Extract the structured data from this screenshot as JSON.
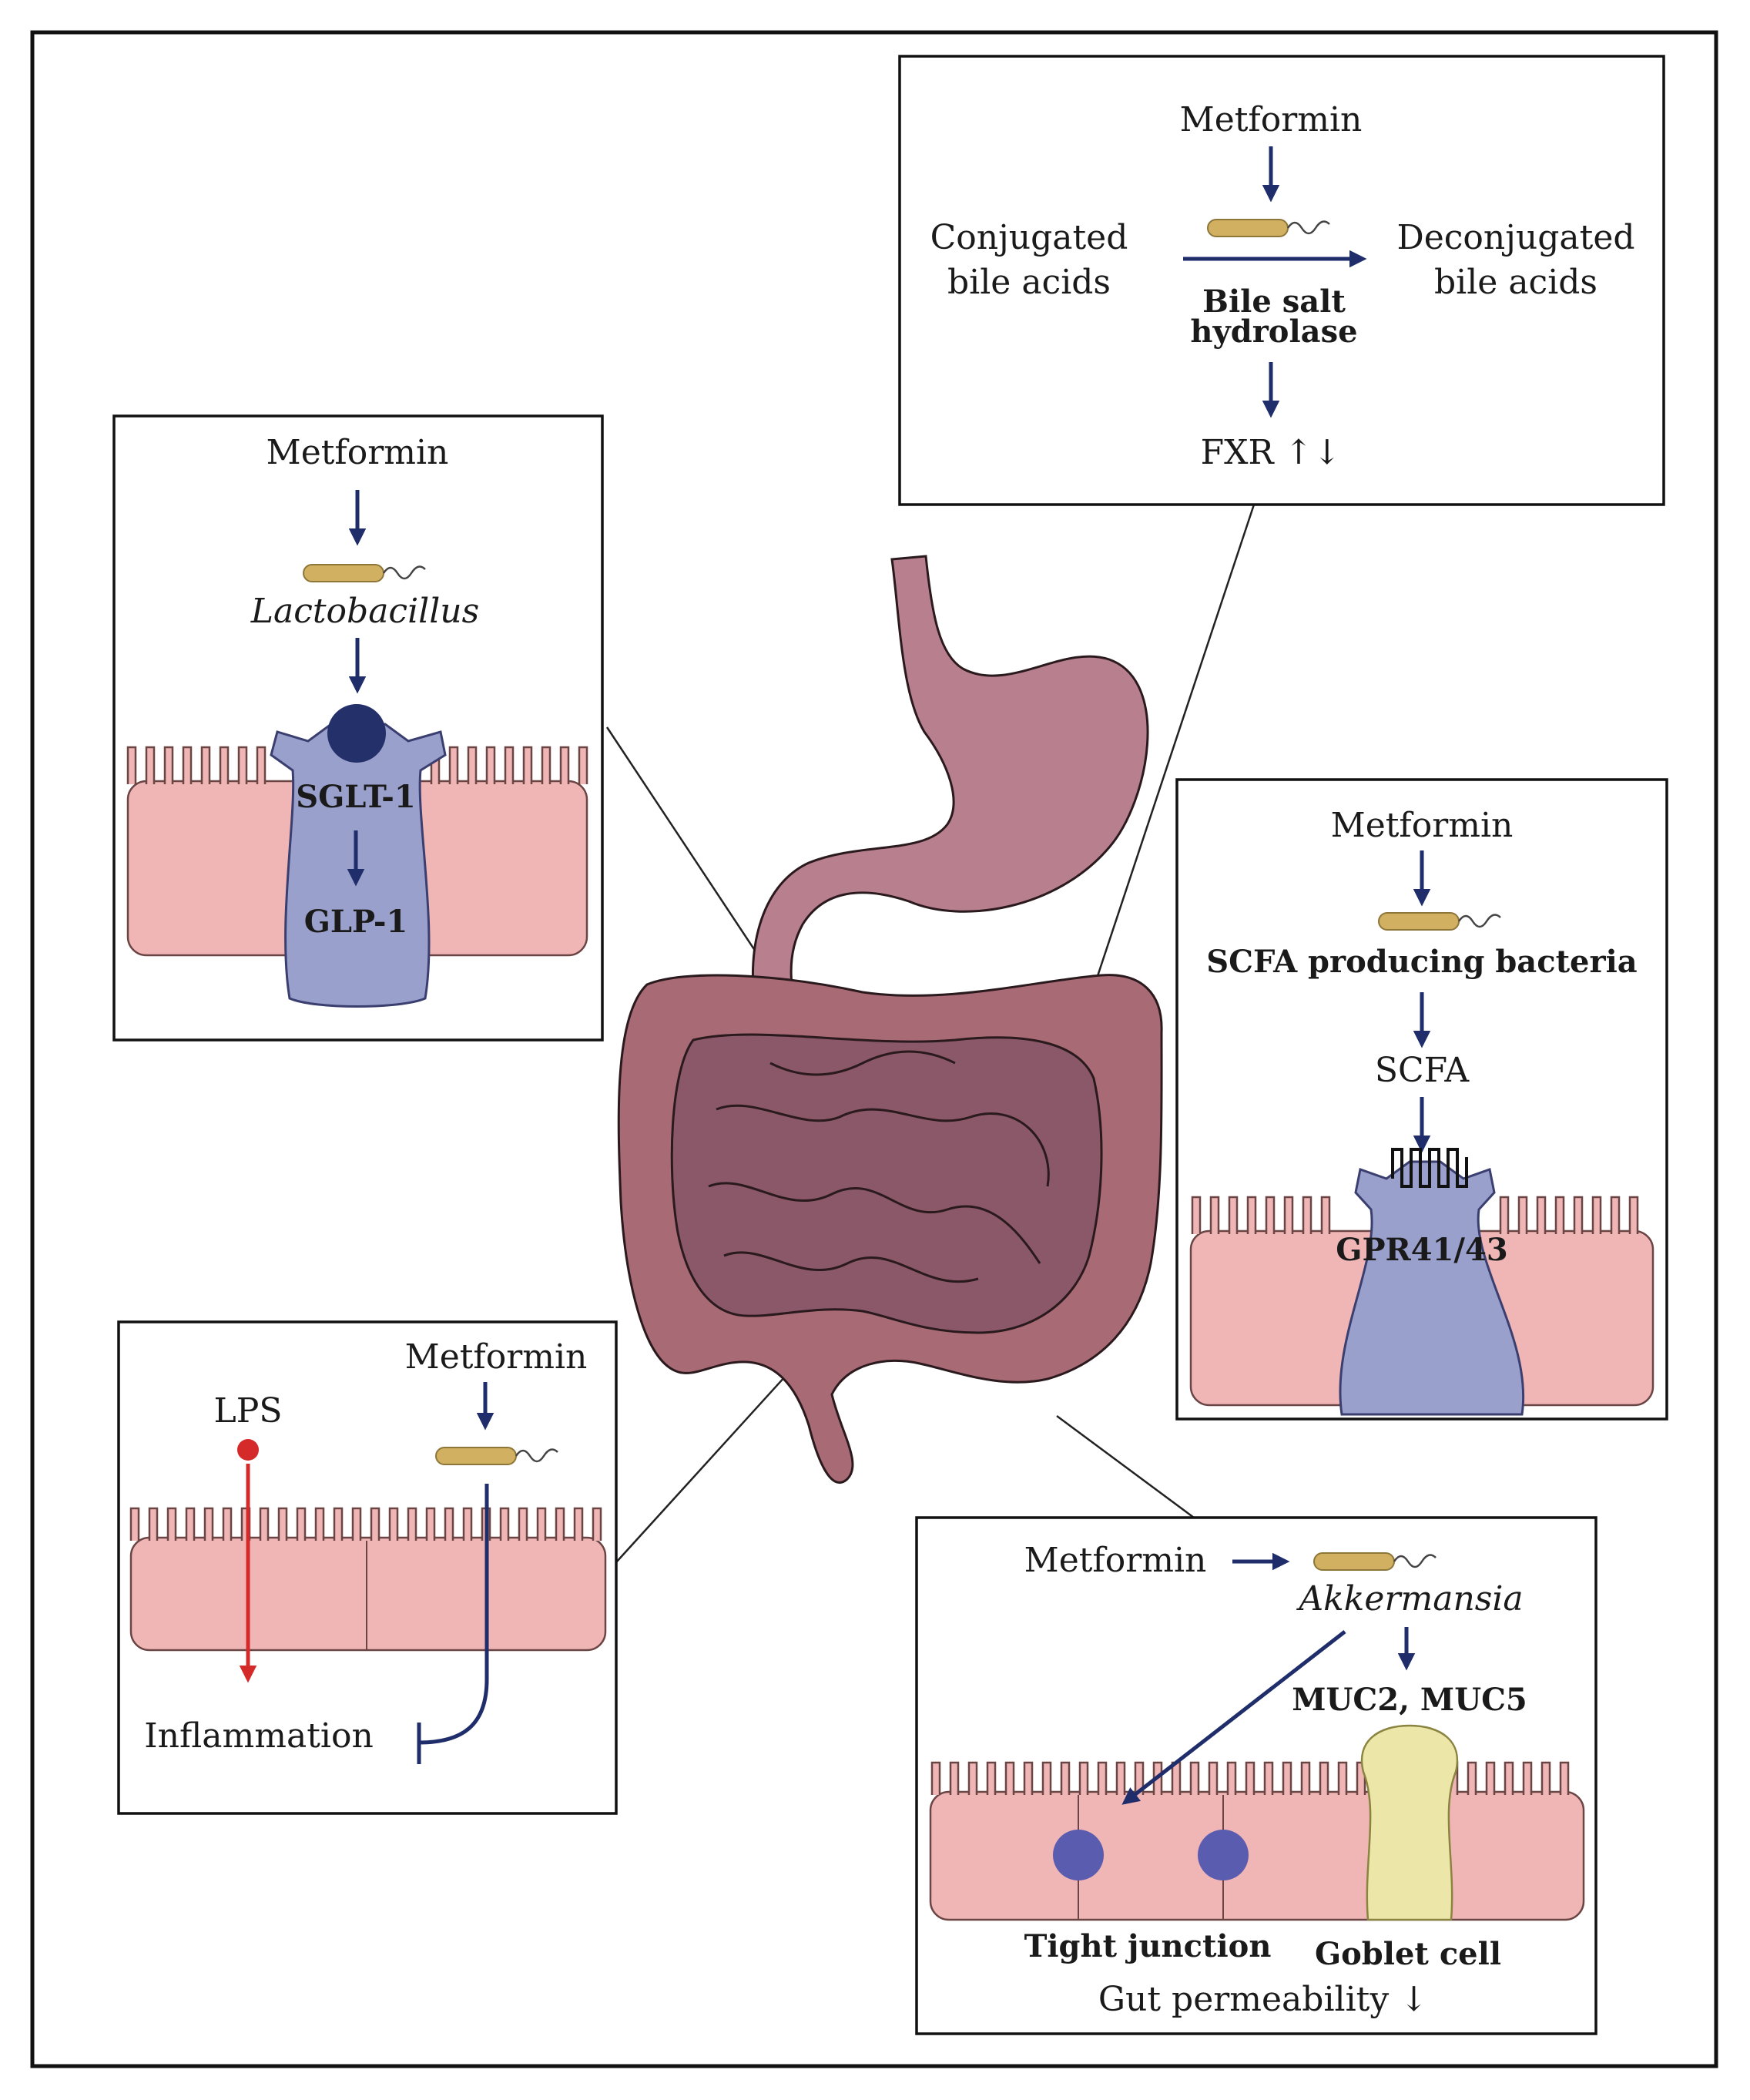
{
  "panels": {
    "bile": {
      "drug": "Metformin",
      "left_line1": "Conjugated",
      "left_line2": "bile acids",
      "right_line1": "Deconjugated",
      "right_line2": "bile acids",
      "enzyme_line1": "Bile salt",
      "enzyme_line2": "hydrolase",
      "outcome": "FXR ↑↓"
    },
    "lactobacillus": {
      "drug": "Metformin",
      "bacterium": "Lactobacillus",
      "transporter": "SGLT-1",
      "hormone": "GLP-1"
    },
    "scfa": {
      "drug": "Metformin",
      "bacterium": "SCFA producing bacteria",
      "metabolite": "SCFA",
      "receptor": "GPR41/43"
    },
    "lps": {
      "drug": "Metformin",
      "toxin": "LPS",
      "outcome": "Inflammation"
    },
    "akkermansia": {
      "drug": "Metformin",
      "bacterium": "Akkermansia",
      "mucins": "MUC2, MUC5",
      "junction": "Tight junction",
      "goblet": "Goblet cell",
      "outcome": "Gut permeability ↓"
    }
  },
  "colors": {
    "arrow_navy": "#1f2d6b",
    "inhibit_red": "#d42a2a",
    "epithelium_pink": "#f0b6b6",
    "cell_lavender": "#9aa0cc",
    "bacterium_gold": "#d1b062",
    "stomach": "#b8808e",
    "colon": "#a86a74",
    "small_intestine": "#8a5868",
    "junction_blue": "#5a5cb0",
    "goblet_yellow": "#ece6a8"
  },
  "icons": [
    "rod-bacterium-icon",
    "stomach-icon",
    "intestine-icon",
    "receptor-icon",
    "transporter-icon"
  ]
}
